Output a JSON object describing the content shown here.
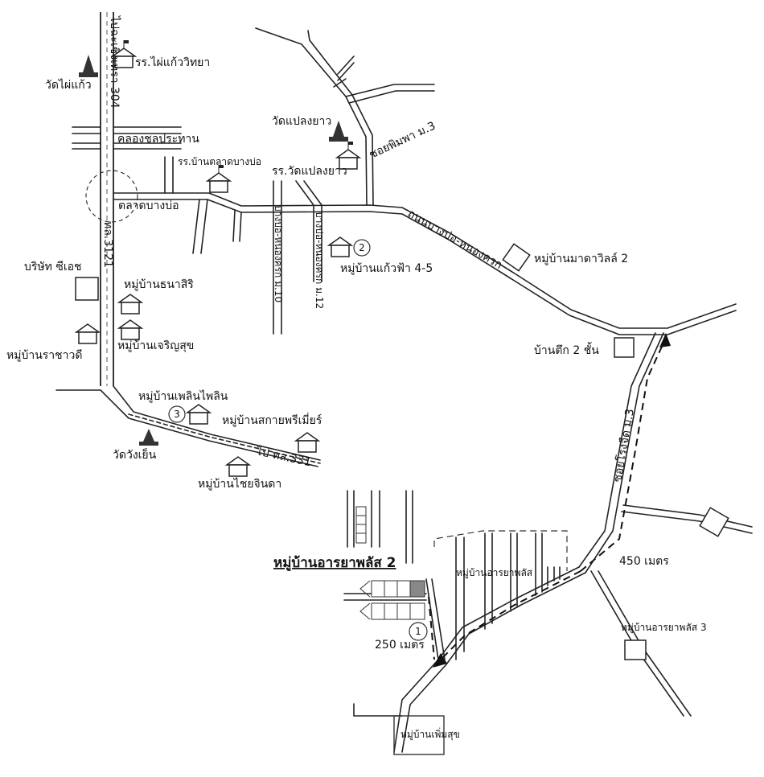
{
  "labels": {
    "highway_304": "ไปฉะเชิงเทรา 304",
    "rte_3121": "ทล.3121",
    "wat_phaikaeo": "วัดไผ่แก้ว",
    "school_phaikaeo": "รร.ไผ่แก้ววิทยา",
    "khlong": "คลองชลประทาน",
    "school_talat": "รร.บ้านตลาดบางบ่อ",
    "talat_bangbo": "ตลาดบางบ่อ",
    "wat_plaengyao": "วัดแปลงยาว",
    "school_plaengyao": "รร.วัดแปลงยาว",
    "soi_phimpha": "ซอยพิมพา ม.3",
    "road_bangbo_nongkrok": "ถนนบางบ่อ-หนองครก",
    "road_nongkrok_10": "บางบ่อ-หนองครก ม.10",
    "road_nongkrok_12": "บางบ่อ-หนองครก ม.12",
    "village_kaewfa": "หมู่บ้านแก้วฟ้า 4-5",
    "village_mada": "หมู่บ้านมาดาวิลล์ 2",
    "company_cg": "บริษัท ซีเอช",
    "village_thanasiri": "หมู่บ้านธนาสิริ",
    "village_rachawadi": "หมู่บ้านราชาวดี",
    "village_charoensuk": "หมู่บ้านเจริญสุข",
    "ban_tuk": "บ้านตึก 2 ชั้น",
    "village_phlernphlin": "หมู่บ้านเพลินไพลิน",
    "village_sakai": "หมู่บ้านสกายพรีเมี่ยร์",
    "wat_wangyen": "วัดวังเย็น",
    "to_331": "ไป ทล.331",
    "village_chaichinda": "หมู่บ้านไชยจินดา",
    "soi_rongchueap": "ซอยโรงจืด ม.3",
    "village_araya2": "หมู่บ้านอารยาพลัส 2",
    "village_araya": "หมู่บ้านอารยาพลัส",
    "dist_450": "450 เมตร",
    "village_araya3": "หมู่บ้านอารยาพลัส 3",
    "dist_250": "250 เมตร",
    "village_phoemsuk": "หมู่บ้านเพิ่มสุข",
    "mark_1": "1",
    "mark_2": "2",
    "mark_3": "3"
  },
  "icons": {
    "temple": "temple-icon",
    "house": "house-icon",
    "school": "school-icon"
  },
  "colors": {
    "ink": "#222222",
    "paper": "#ffffff",
    "highlight": "#777777"
  }
}
